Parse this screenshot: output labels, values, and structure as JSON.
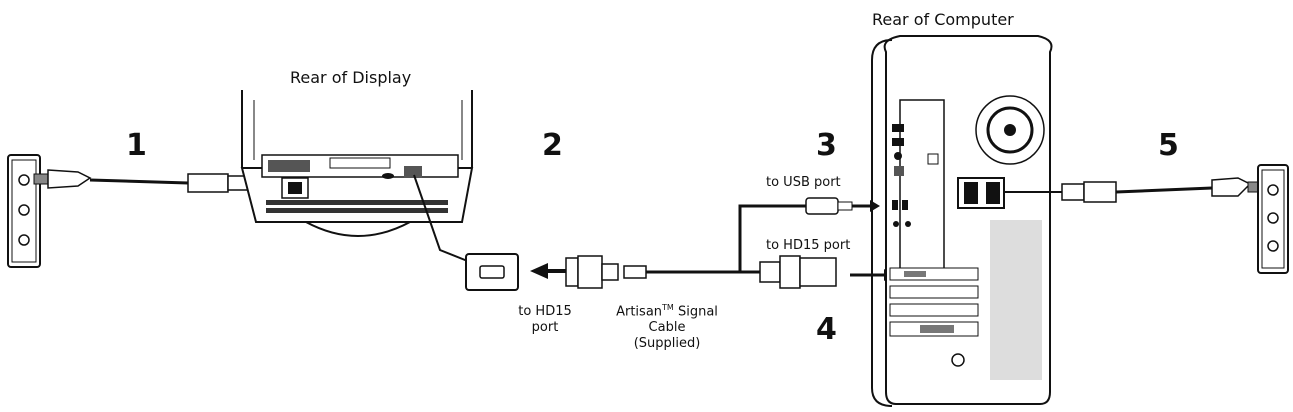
{
  "titles": {
    "display": "Rear of Display",
    "computer": "Rear of Computer"
  },
  "steps": [
    "1",
    "2",
    "3",
    "4",
    "5"
  ],
  "labels": {
    "usb_port": "to USB port",
    "hd15_port_computer": "to HD15 port",
    "hd15_port_display_line1": "to HD15",
    "hd15_port_display_line2": "port",
    "cable_line1": "Artisan",
    "cable_tm": "TM",
    "cable_line1b": " Signal",
    "cable_line2": "Cable",
    "cable_line3": "(Supplied)"
  },
  "icons": [
    "wall-outlet-icon",
    "monitor-rear-icon",
    "computer-tower-icon",
    "power-plug-icon",
    "vga-connector-icon",
    "usb-connector-icon",
    "arrow-icon"
  ]
}
